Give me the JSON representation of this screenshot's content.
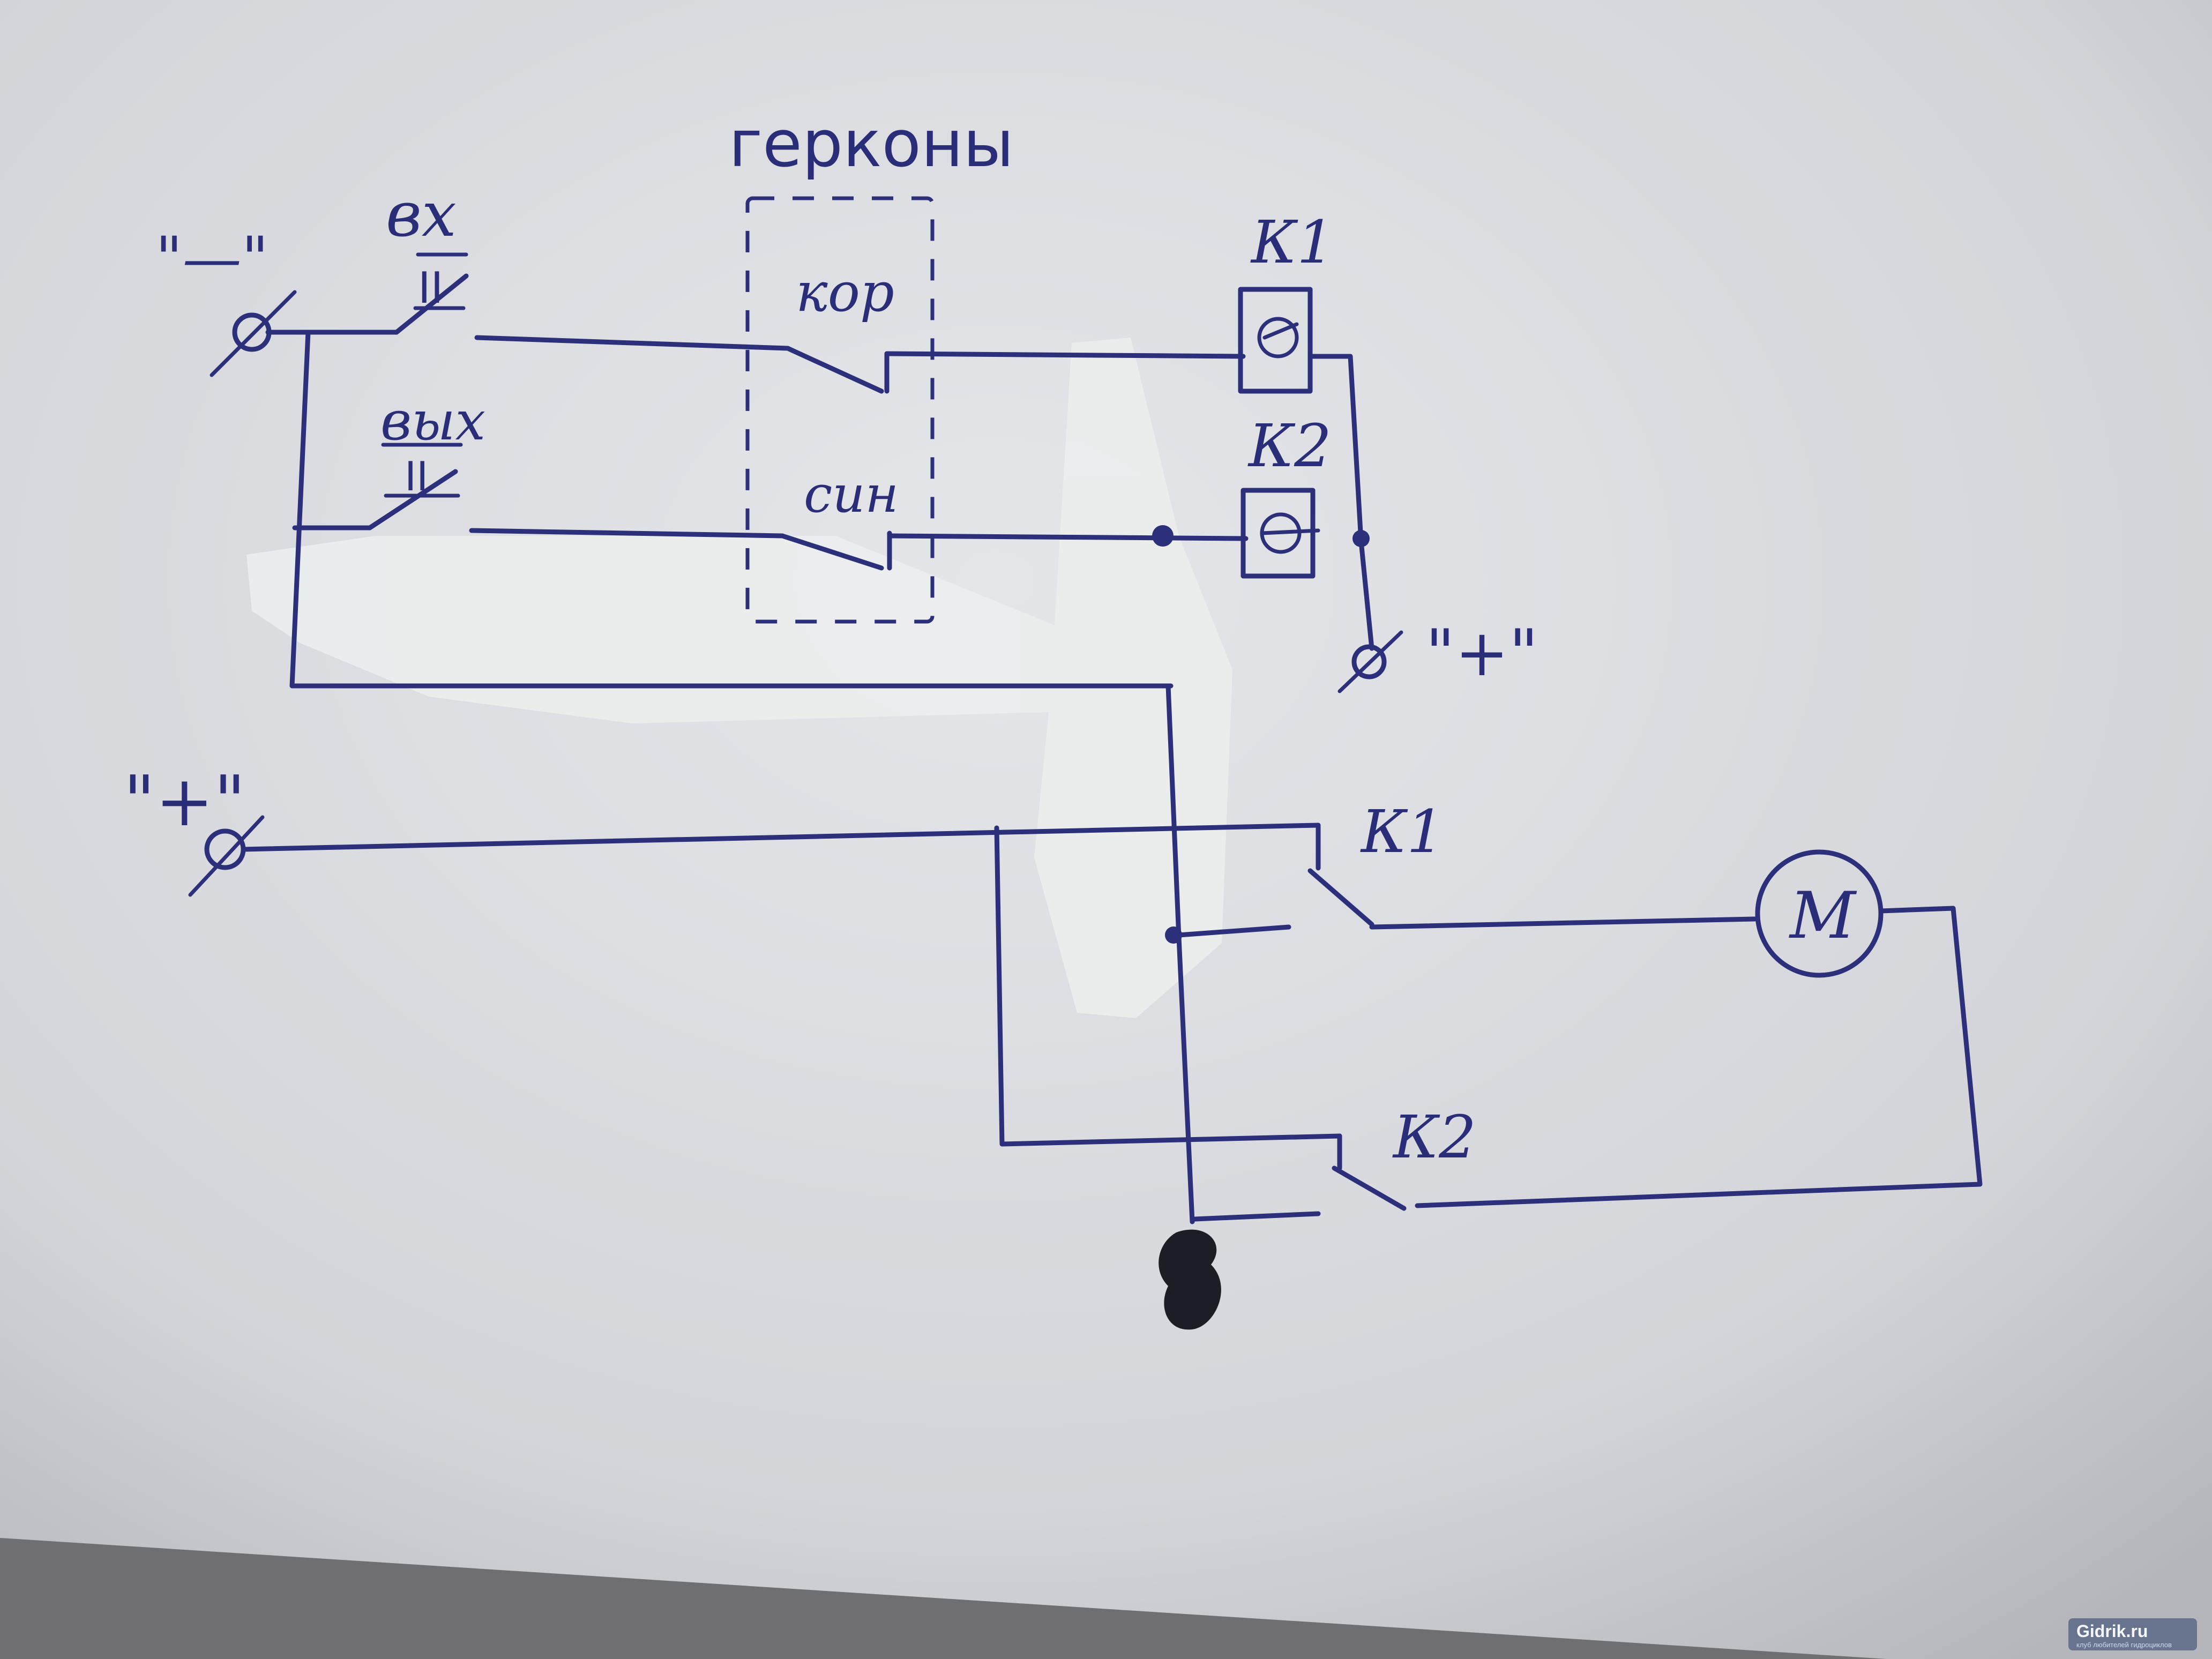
{
  "diagram": {
    "group_label": "герконы",
    "minus_terminal_label": "\"—\"",
    "plus_terminal_left_label": "\"+\"",
    "plus_terminal_right_label": "\"+\"",
    "switch_in_label": "вх",
    "switch_out_label": "вых",
    "switch_roman": "II",
    "reed_top_label": "кор",
    "reed_bottom_label": "син",
    "relay1_coil_label": "К1",
    "relay2_coil_label": "К2",
    "relay1_contact_label": "К1",
    "relay2_contact_label": "К2",
    "motor_label": "М"
  },
  "watermark": {
    "site": "Gidrik.ru",
    "tagline": "клуб любителей гидроциклов"
  },
  "colors": {
    "ink": "#2c2f7a",
    "paper": "#d9dbe0",
    "tape": "#eceeee",
    "background": "#6f6f73"
  }
}
